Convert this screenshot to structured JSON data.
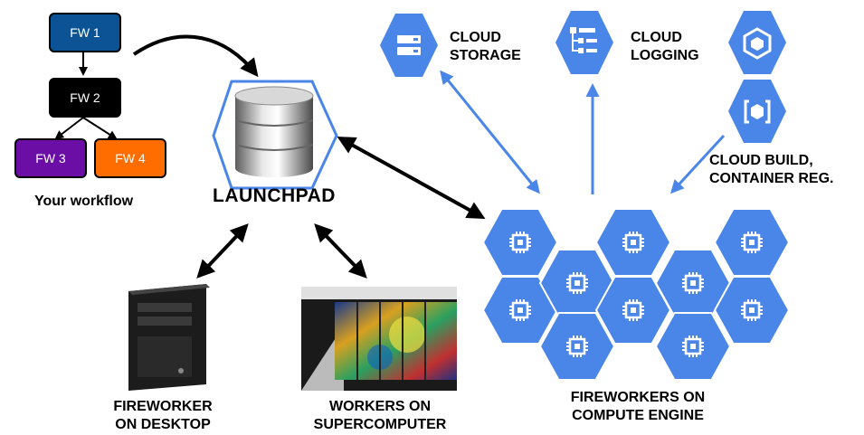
{
  "workflow": {
    "nodes": [
      {
        "id": "fw1",
        "label": "FW 1",
        "color": "#0b5394"
      },
      {
        "id": "fw2",
        "label": "FW 2",
        "color": "#000000"
      },
      {
        "id": "fw3",
        "label": "FW 3",
        "color": "#6a0ea6"
      },
      {
        "id": "fw4",
        "label": "FW 4",
        "color": "#ff6d00"
      }
    ],
    "caption": "Your workflow"
  },
  "launchpad": {
    "label": "LAUNCHPAD"
  },
  "desktop": {
    "label_line1": "FIREWORKER",
    "label_line2": "ON DESKTOP"
  },
  "supercomputer": {
    "label_line1": "WORKERS ON",
    "label_line2": "SUPERCOMPUTER"
  },
  "compute_engine": {
    "label_line1": "FIREWORKERS ON",
    "label_line2": "COMPUTE ENGINE"
  },
  "cloud_storage": {
    "label_line1": "CLOUD",
    "label_line2": "STORAGE",
    "icon": "storage-icon"
  },
  "cloud_logging": {
    "label_line1": "CLOUD",
    "label_line2": "LOGGING",
    "icon": "logging-icon"
  },
  "cloud_build": {
    "label_line1": "CLOUD BUILD,",
    "label_line2": "CONTAINER REG.",
    "icons": [
      "cloud-build-icon",
      "container-registry-icon"
    ]
  },
  "colors": {
    "gcp_blue": "#4a86e8",
    "gcp_dark": "#3367d6",
    "arrow_black": "#000000"
  }
}
